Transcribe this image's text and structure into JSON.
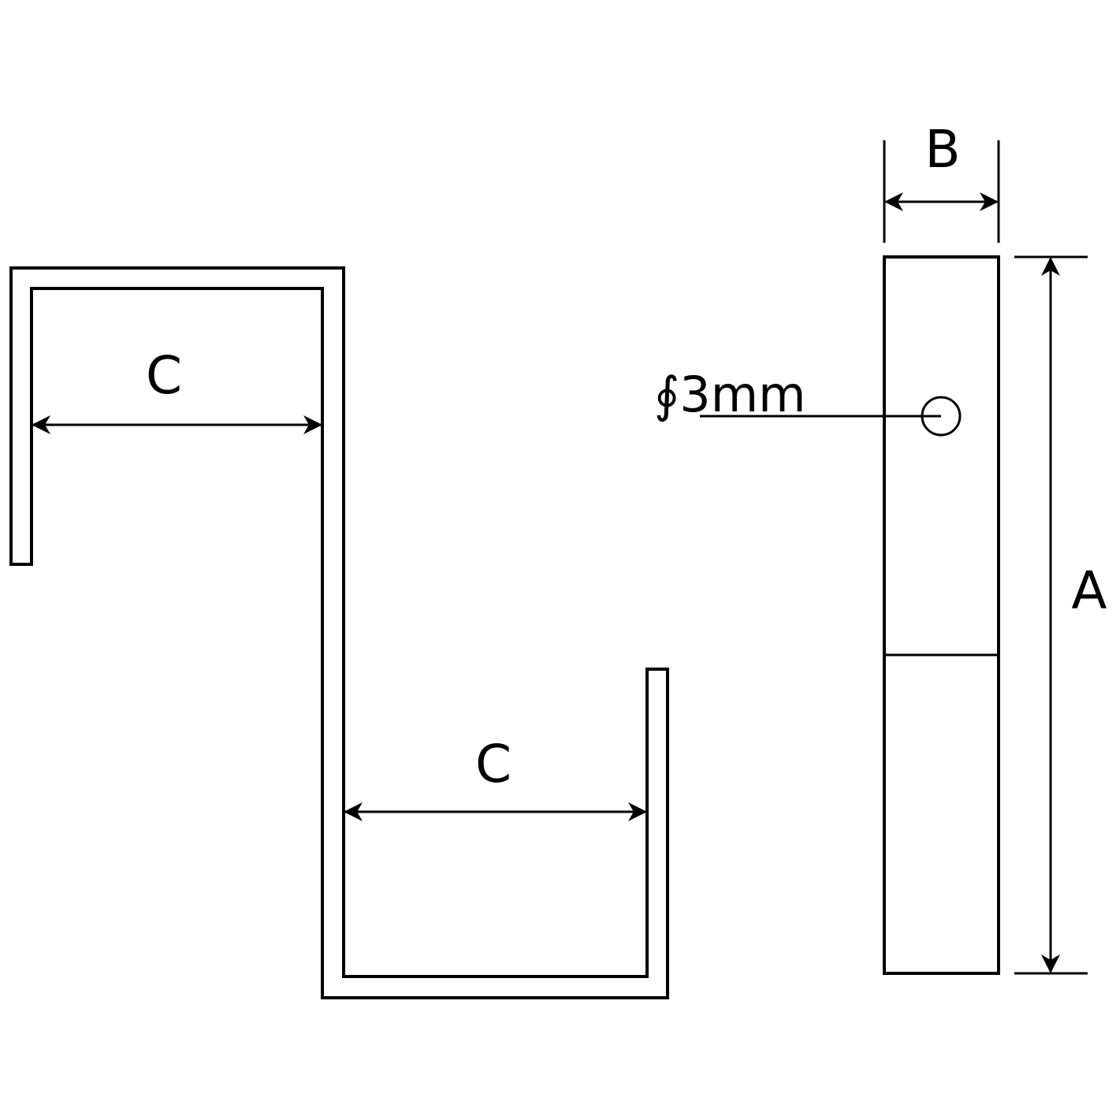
{
  "diagram": {
    "labels": {
      "dimension_c_top": "C",
      "dimension_c_bottom": "C",
      "dimension_b": "B",
      "dimension_a": "A",
      "hole_diameter": "∮3mm"
    },
    "colors": {
      "line": "#000000",
      "background": "#ffffff"
    }
  }
}
